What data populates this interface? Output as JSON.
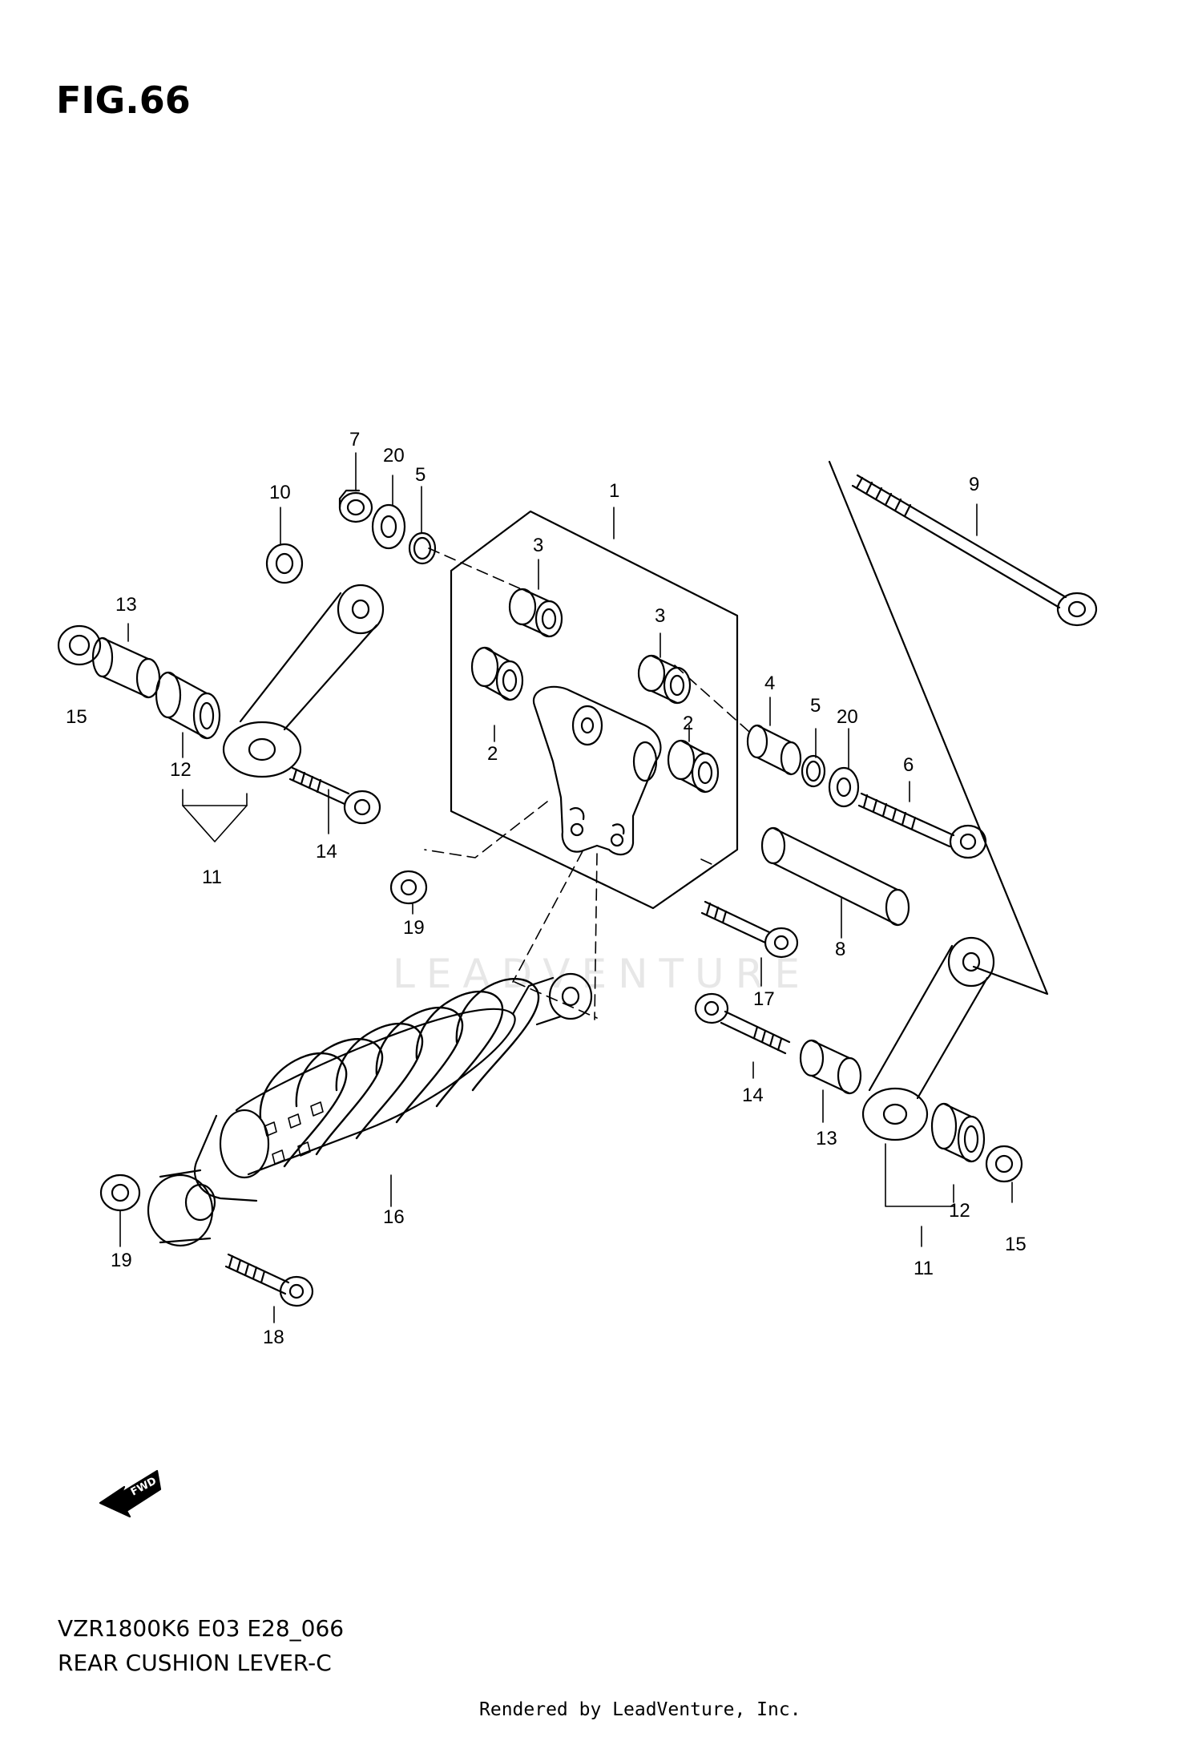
{
  "figure_title": "FIG.66",
  "model_code": "VZR1800K6 E03 E28_066",
  "caption": "REAR CUSHION LEVER-C",
  "rendered_by": "Rendered by LeadVenture, Inc.",
  "watermark": "LEADVENTURE",
  "fwd_label": "FWD",
  "callouts": [
    "1",
    "2",
    "2",
    "3",
    "3",
    "4",
    "5",
    "5",
    "6",
    "7",
    "8",
    "9",
    "10",
    "11",
    "11",
    "12",
    "12",
    "13",
    "13",
    "14",
    "14",
    "15",
    "15",
    "16",
    "17",
    "18",
    "19",
    "19",
    "20",
    "20"
  ]
}
